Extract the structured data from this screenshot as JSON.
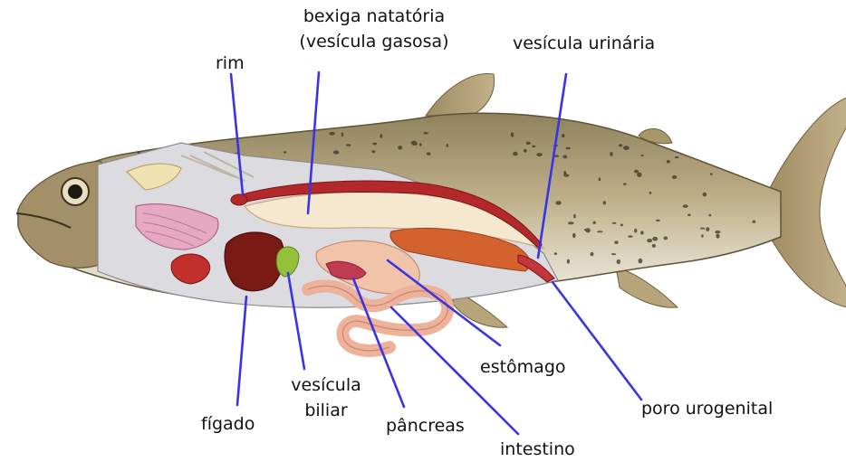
{
  "labels": {
    "rim": "rim",
    "bexiga_line1": "bexiga natatória",
    "bexiga_line2": "(vesícula gasosa)",
    "vesicula_urinaria": "vesícula urinária",
    "vesicula_biliar_line1": "vesícula",
    "vesicula_biliar_line2": "biliar",
    "figado": "fígado",
    "pancreas": "pâncreas",
    "estomago": "estômago",
    "intestino": "intestino",
    "poro_urogenital": "poro urogenital"
  },
  "colors": {
    "pointer": "#3a34e8",
    "fish_body": "#b8a982",
    "fish_belly": "#e9e6dc",
    "spots": "#3b3427",
    "cavity": "#dcdbe0",
    "liver": "#7a1a14",
    "swim_bladder": "#f6e7cf",
    "kidney": "#b3282a",
    "intestine": "#eeb29a",
    "ovary": "#d4622e",
    "gills": "#e5a9c2",
    "gallbladder": "#93c23a"
  }
}
